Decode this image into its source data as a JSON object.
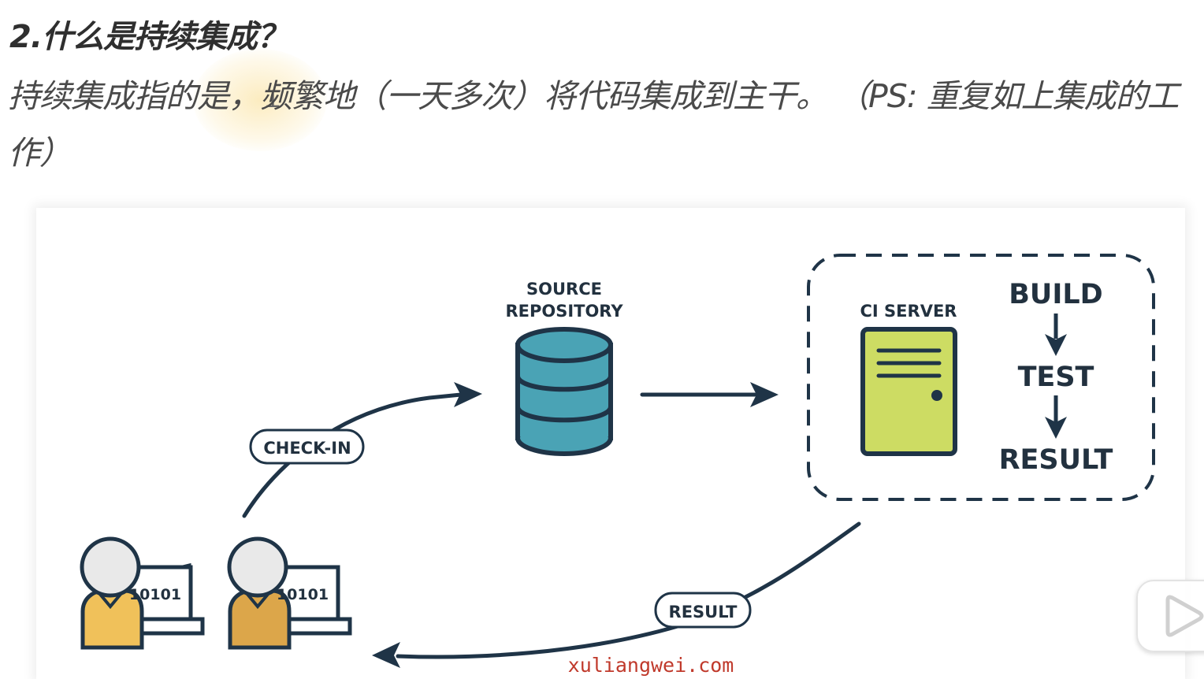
{
  "heading": "2.什么是持续集成？",
  "paragraph": "持续集成指的是，频繁地（一天多次）将代码集成到主干。 （PS: 重复如上集成的工作）",
  "diagram": {
    "source_repository": [
      "SOURCE",
      "REPOSITORY"
    ],
    "ci_server": "CI SERVER",
    "steps": [
      "BUILD",
      "TEST",
      "RESULT"
    ],
    "check_in_label": "CHECK-IN",
    "result_label": "RESULT",
    "developer_code": "10101",
    "colors": {
      "ink": "#1f3447",
      "database": "#4aa3b5",
      "server": "#cddc63",
      "dev_body_1": "#f0c15a",
      "dev_body_2": "#dca64a",
      "dev_head": "#e9e9e9"
    }
  },
  "watermark": "xuliangwei.com",
  "play_button_icon": "play-icon"
}
